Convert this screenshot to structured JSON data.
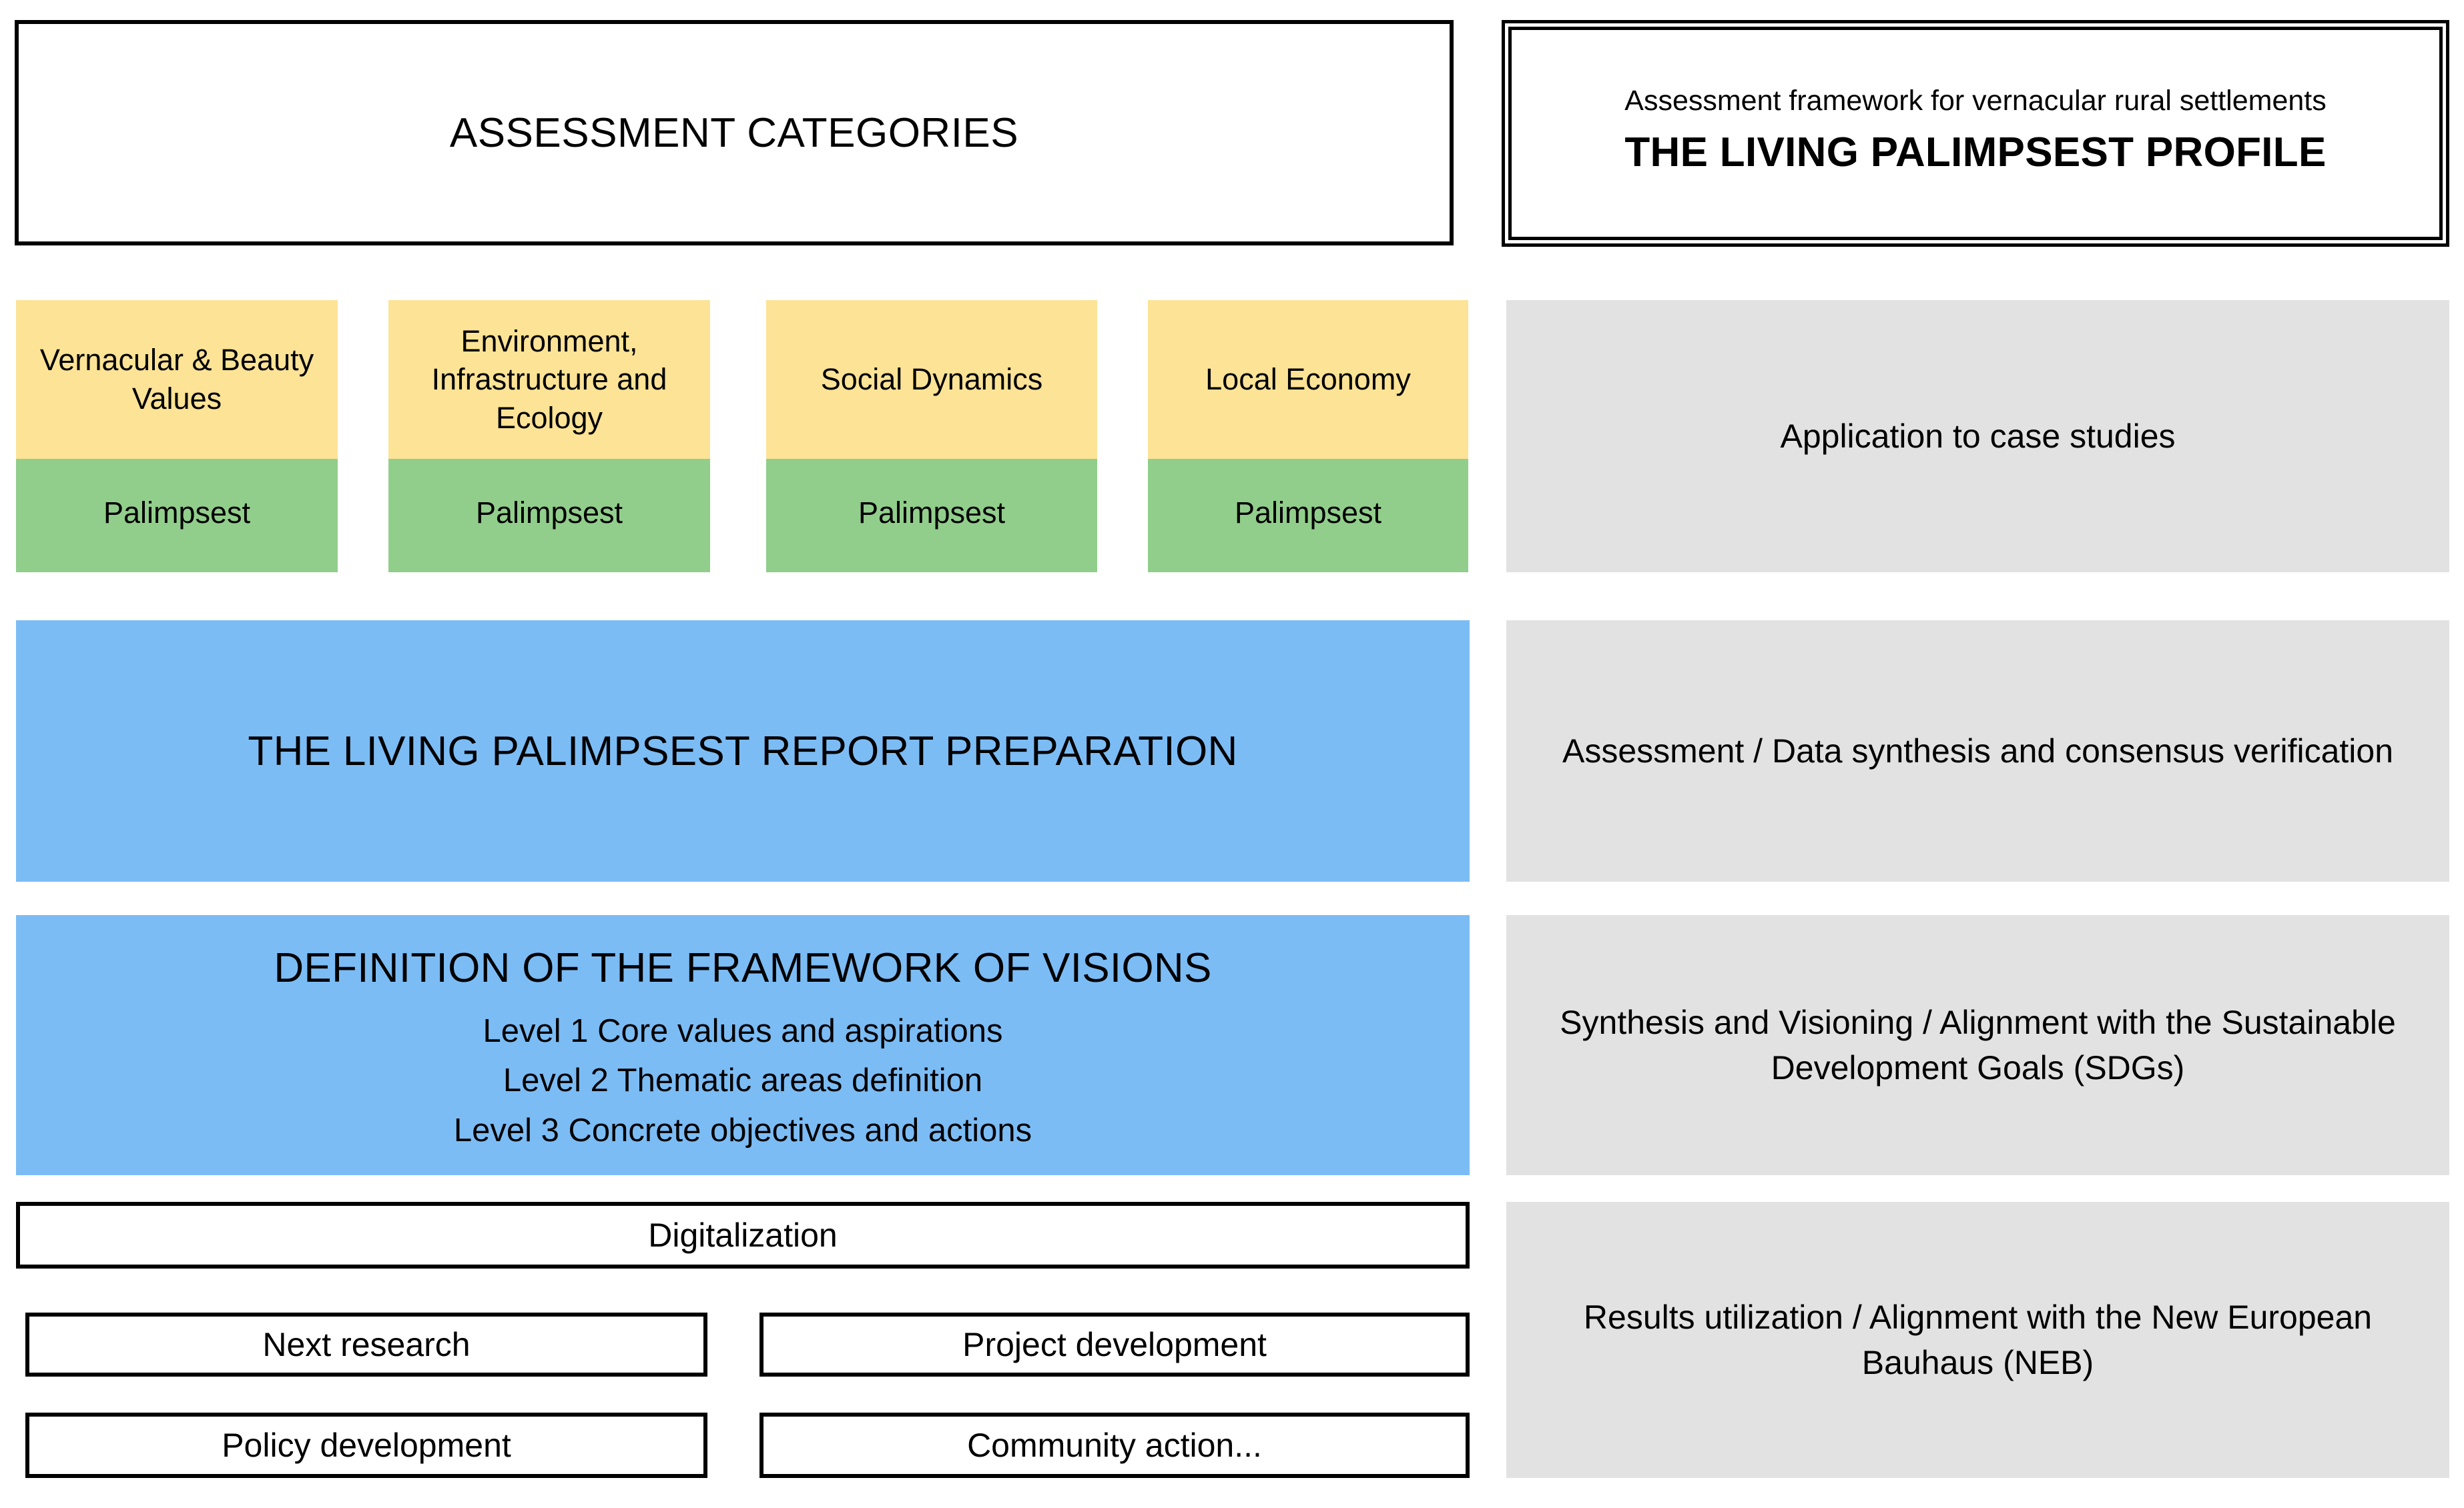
{
  "left_header": {
    "title": "ASSESSMENT CATEGORIES"
  },
  "right_header": {
    "subtitle": "Assessment framework for vernacular rural settlements",
    "title": "THE LIVING PALIMPSEST PROFILE"
  },
  "categories": [
    {
      "name": "Vernacular & Beauty Values",
      "layer": "Palimpsest"
    },
    {
      "name": "Environment, Infrastructure and Ecology",
      "layer": "Palimpsest"
    },
    {
      "name": "Social Dynamics",
      "layer": "Palimpsest"
    },
    {
      "name": "Local Economy",
      "layer": "Palimpsest"
    }
  ],
  "report_block": {
    "title": "THE LIVING PALIMPSEST REPORT PREPARATION"
  },
  "visions_block": {
    "title": "DEFINITION OF THE FRAMEWORK OF VISIONS",
    "levels": [
      "Level 1 Core values and aspirations",
      "Level 2 Thematic areas definition",
      "Level 3 Concrete objectives and actions"
    ]
  },
  "outcomes": {
    "digitalization": "Digitalization",
    "next_research": "Next research",
    "project_development": "Project development",
    "policy_development": "Policy development",
    "community_action": "Community action..."
  },
  "process_stages": [
    "Application to case studies",
    "Assessment / Data synthesis and consensus verification",
    "Synthesis and Visioning / Alignment with the Sustainable Development Goals (SDGs)",
    "Results utilization / Alignment with the New European Bauhaus (NEB)"
  ],
  "colors": {
    "category_top": "#FCE396",
    "category_bottom": "#91CE8B",
    "blue_block": "#7CBCF5",
    "gray_block": "#E2E2E2",
    "outline": "#000000",
    "page_background": "#FFFFFF"
  }
}
